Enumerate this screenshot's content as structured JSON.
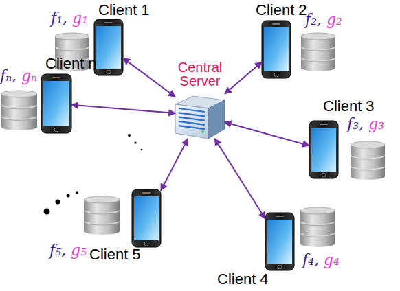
{
  "diagram": {
    "nodes": [
      {
        "text": [
          "Client 1",
          "f₁,",
          "g₁"
        ]
      },
      {
        "text": [
          "Client 2",
          "f₂,",
          "g₂"
        ]
      },
      {
        "text": [
          "Client n",
          "fₙ,",
          "gₙ"
        ]
      },
      {
        "text": [
          "Central Server"
        ]
      },
      {
        "text": [
          "Client 3",
          "f₃,",
          "g₃"
        ]
      },
      {
        "text": [
          "Client 4",
          "f₄,",
          "g₄"
        ]
      },
      {
        "text": [
          "Client 5",
          "f₅,",
          "g₅"
        ]
      }
    ],
    "edges": [
      {
        "from": 3,
        "to": 0,
        "arrow": "both"
      },
      {
        "from": 3,
        "to": 1,
        "arrow": "both"
      },
      {
        "from": 3,
        "to": 2,
        "arrow": "both"
      },
      {
        "from": 3,
        "to": 4,
        "arrow": "both"
      },
      {
        "from": 3,
        "to": 5,
        "arrow": "both"
      },
      {
        "from": 3,
        "to": 6,
        "arrow": "both"
      }
    ]
  }
}
